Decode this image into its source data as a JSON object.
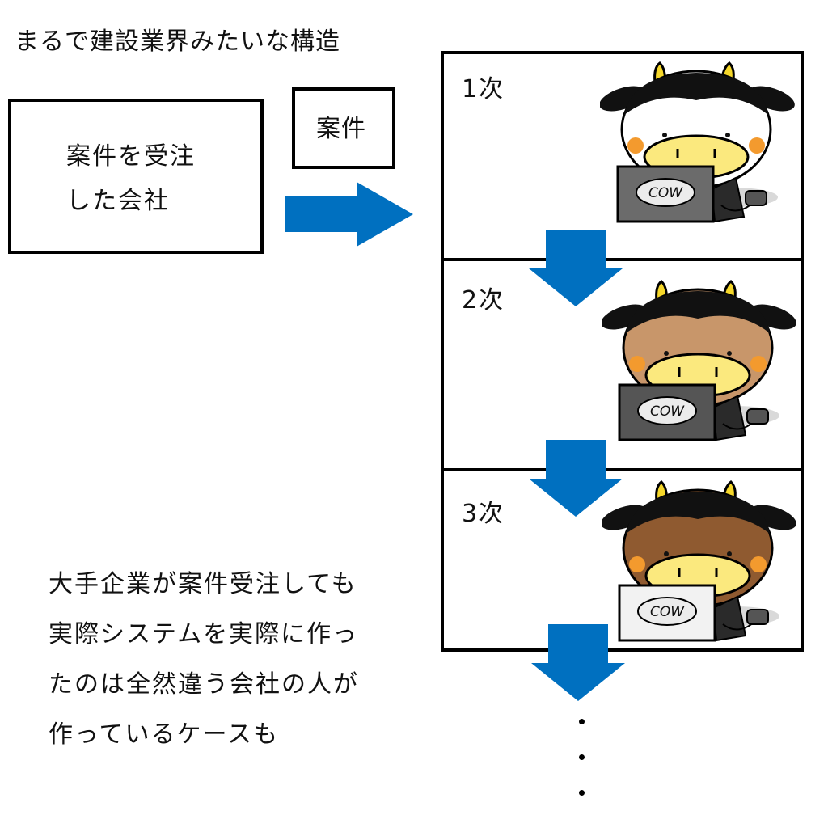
{
  "title": "まるで建設業界みたいな構造",
  "client_company": {
    "line1": "案件を受注",
    "line2": "した会社"
  },
  "case_label": "案件",
  "arrow_color": "#0070C0",
  "tiers": [
    {
      "label": "1次",
      "face_color": "#ffffff",
      "screen_color": "#6b6b6b",
      "laptop_text": "COW"
    },
    {
      "label": "2次",
      "face_color": "#c8966a",
      "screen_color": "#555555",
      "laptop_text": "COW"
    },
    {
      "label": "3次",
      "face_color": "#8f5a30",
      "screen_color": "#f2f2f2",
      "laptop_text": "COW"
    }
  ],
  "note_lines": [
    "大手企業が案件受注しても",
    "実際システムを実際に作っ",
    "たのは全然違う会社の人が",
    "作っているケースも"
  ],
  "continuation_dots": 3
}
